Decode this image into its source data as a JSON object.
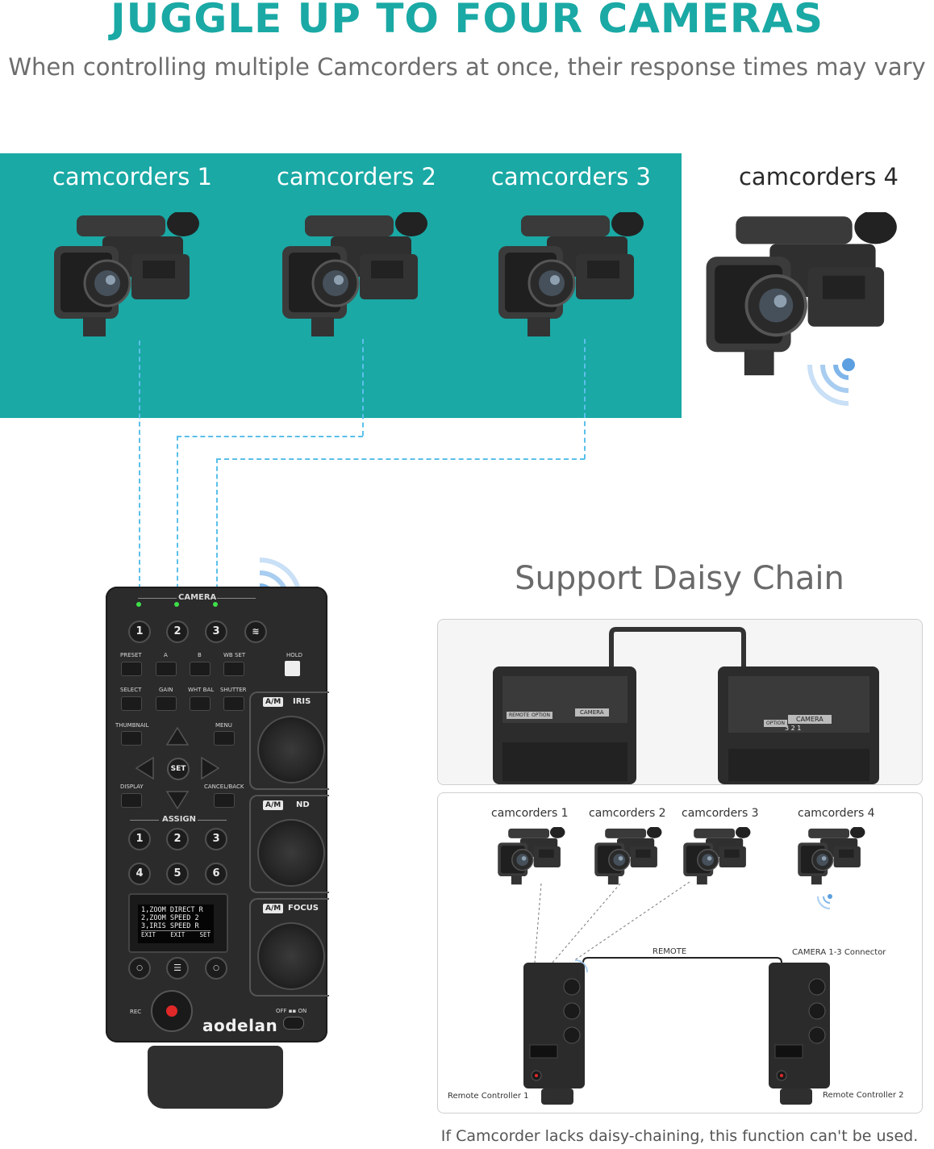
{
  "header": {
    "title": "JUGGLE UP TO FOUR CAMERAS",
    "subtitle": "When controlling multiple Camcorders at once, their response times may vary"
  },
  "camcorders": [
    {
      "label": "camcorders 1"
    },
    {
      "label": "camcorders 2"
    },
    {
      "label": "camcorders 3"
    },
    {
      "label": "camcorders 4"
    }
  ],
  "colors": {
    "brand_teal": "#1aa9a5",
    "link_blue": "#5bc0ea",
    "remote_body": "#2b2b2b"
  },
  "remote": {
    "camera_label": "CAMERA",
    "camera_buttons": [
      "1",
      "2",
      "3"
    ],
    "preset": "PRESET",
    "a": "A",
    "b": "B",
    "wb_set": "WB SET",
    "hold": "HOLD",
    "select": "SELECT",
    "gain": "GAIN",
    "wht_bal": "WHT BAL",
    "shutter": "SHUTTER",
    "thumbnail": "THUMBNAIL",
    "menu": "MENU",
    "set": "SET",
    "display": "DISPLAY",
    "cancel_back": "CANCEL/BACK",
    "assign": "ASSIGN",
    "assign_buttons": [
      "1",
      "2",
      "3",
      "4",
      "5",
      "6"
    ],
    "am": "A/M",
    "iris": "IRIS",
    "nd": "ND",
    "focus": "FOCUS",
    "screen_lines": [
      "1,ZOOM DIRECT R",
      "2,ZOOM SPEED  2",
      "3,IRIS SPEED   R"
    ],
    "screen_footer": [
      "EXIT",
      "EXIT",
      "SET"
    ],
    "rec": "REC",
    "off_on": "OFF ▪▪ ON",
    "brand": "aodelan"
  },
  "daisy": {
    "title": "Support Daisy Chain",
    "panel_camera_label": "CAMERA",
    "panel_camera_numbers": "3      2      1",
    "panel_remote": "REMOTE",
    "panel_option": "OPTION",
    "cam_labels": [
      "camcorders 1",
      "camcorders 2",
      "camcorders 3",
      "camcorders 4"
    ],
    "remote_cable": "REMOTE",
    "connector": "CAMERA 1-3 Connector",
    "controller1": "Remote Controller 1",
    "controller2": "Remote Controller 2",
    "footnote": "If Camcorder lacks daisy-chaining, this function can't be used."
  }
}
